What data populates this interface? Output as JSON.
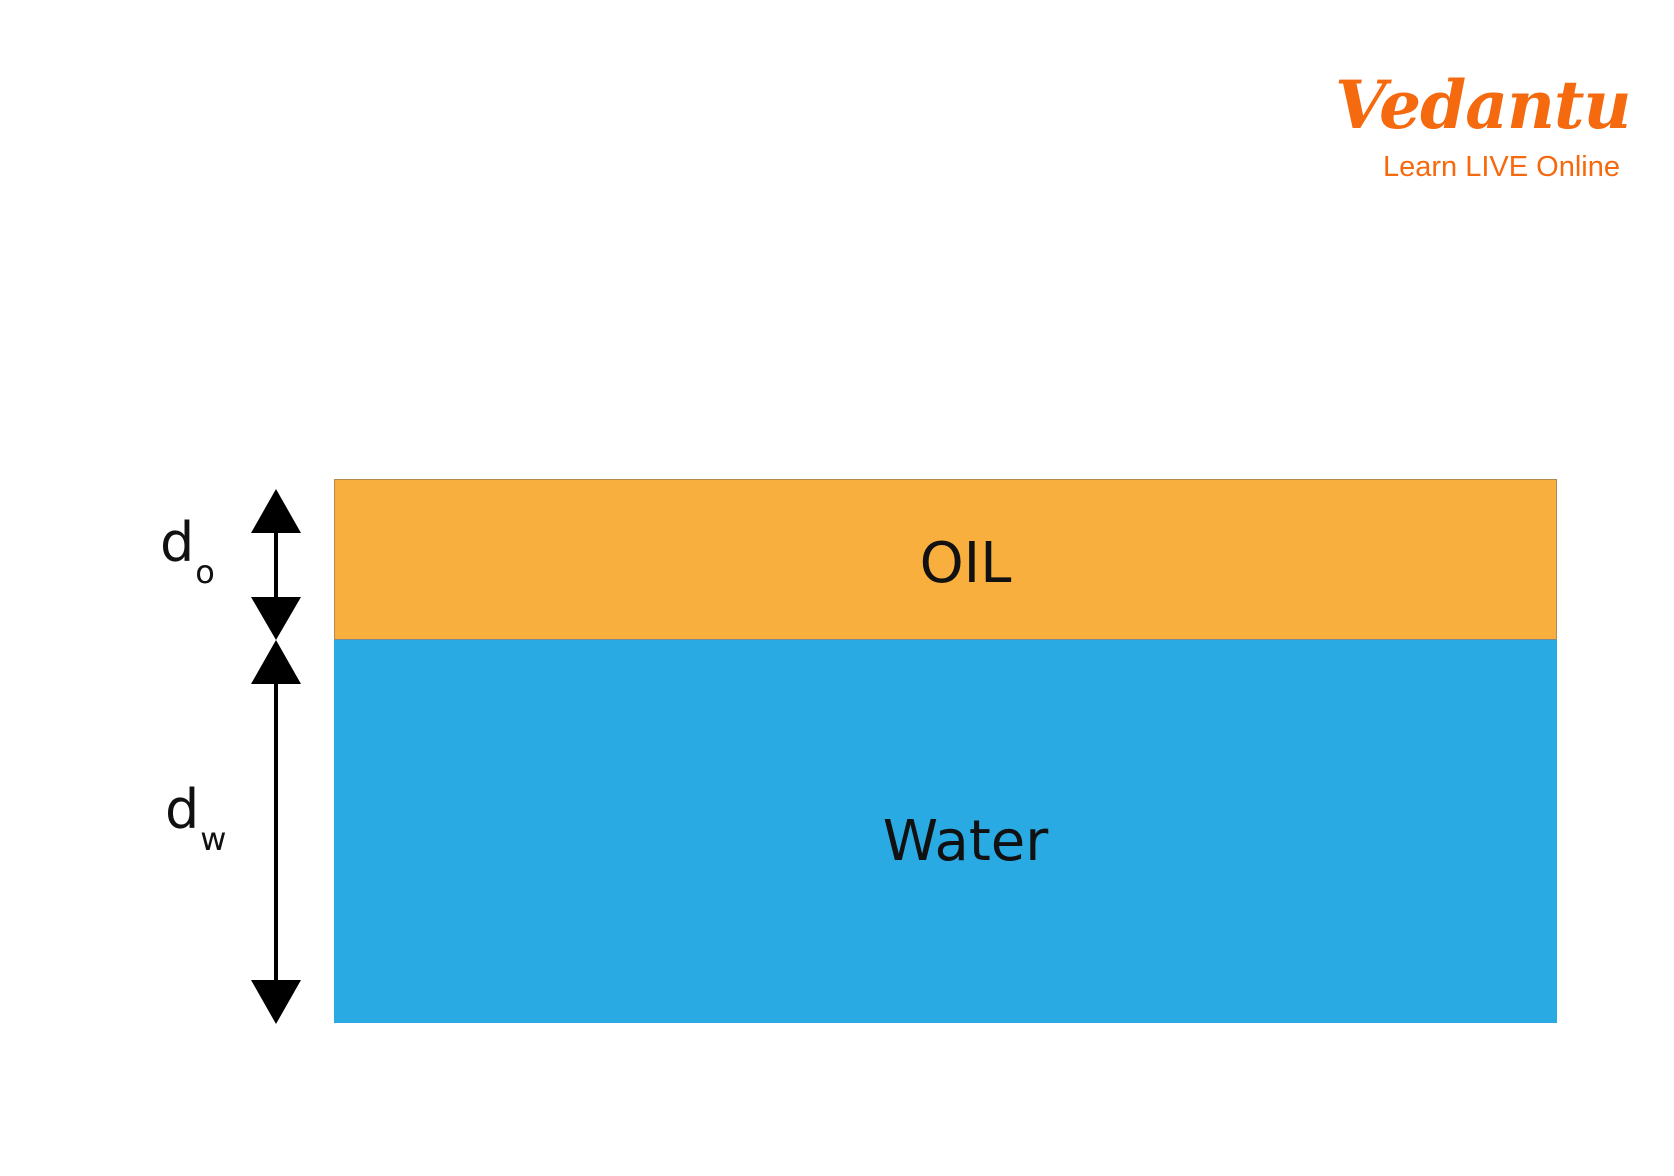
{
  "logo": {
    "word": "Vedantu",
    "tagline": "Learn LIVE Online"
  },
  "layers": {
    "oil": {
      "label": "OIL",
      "color": "#f9af3d"
    },
    "water": {
      "label": "Water",
      "color": "#2aaae2"
    }
  },
  "dimensions": {
    "oil": {
      "symbol": "d",
      "subscript": "o"
    },
    "water": {
      "symbol": "d",
      "subscript": "w"
    }
  }
}
